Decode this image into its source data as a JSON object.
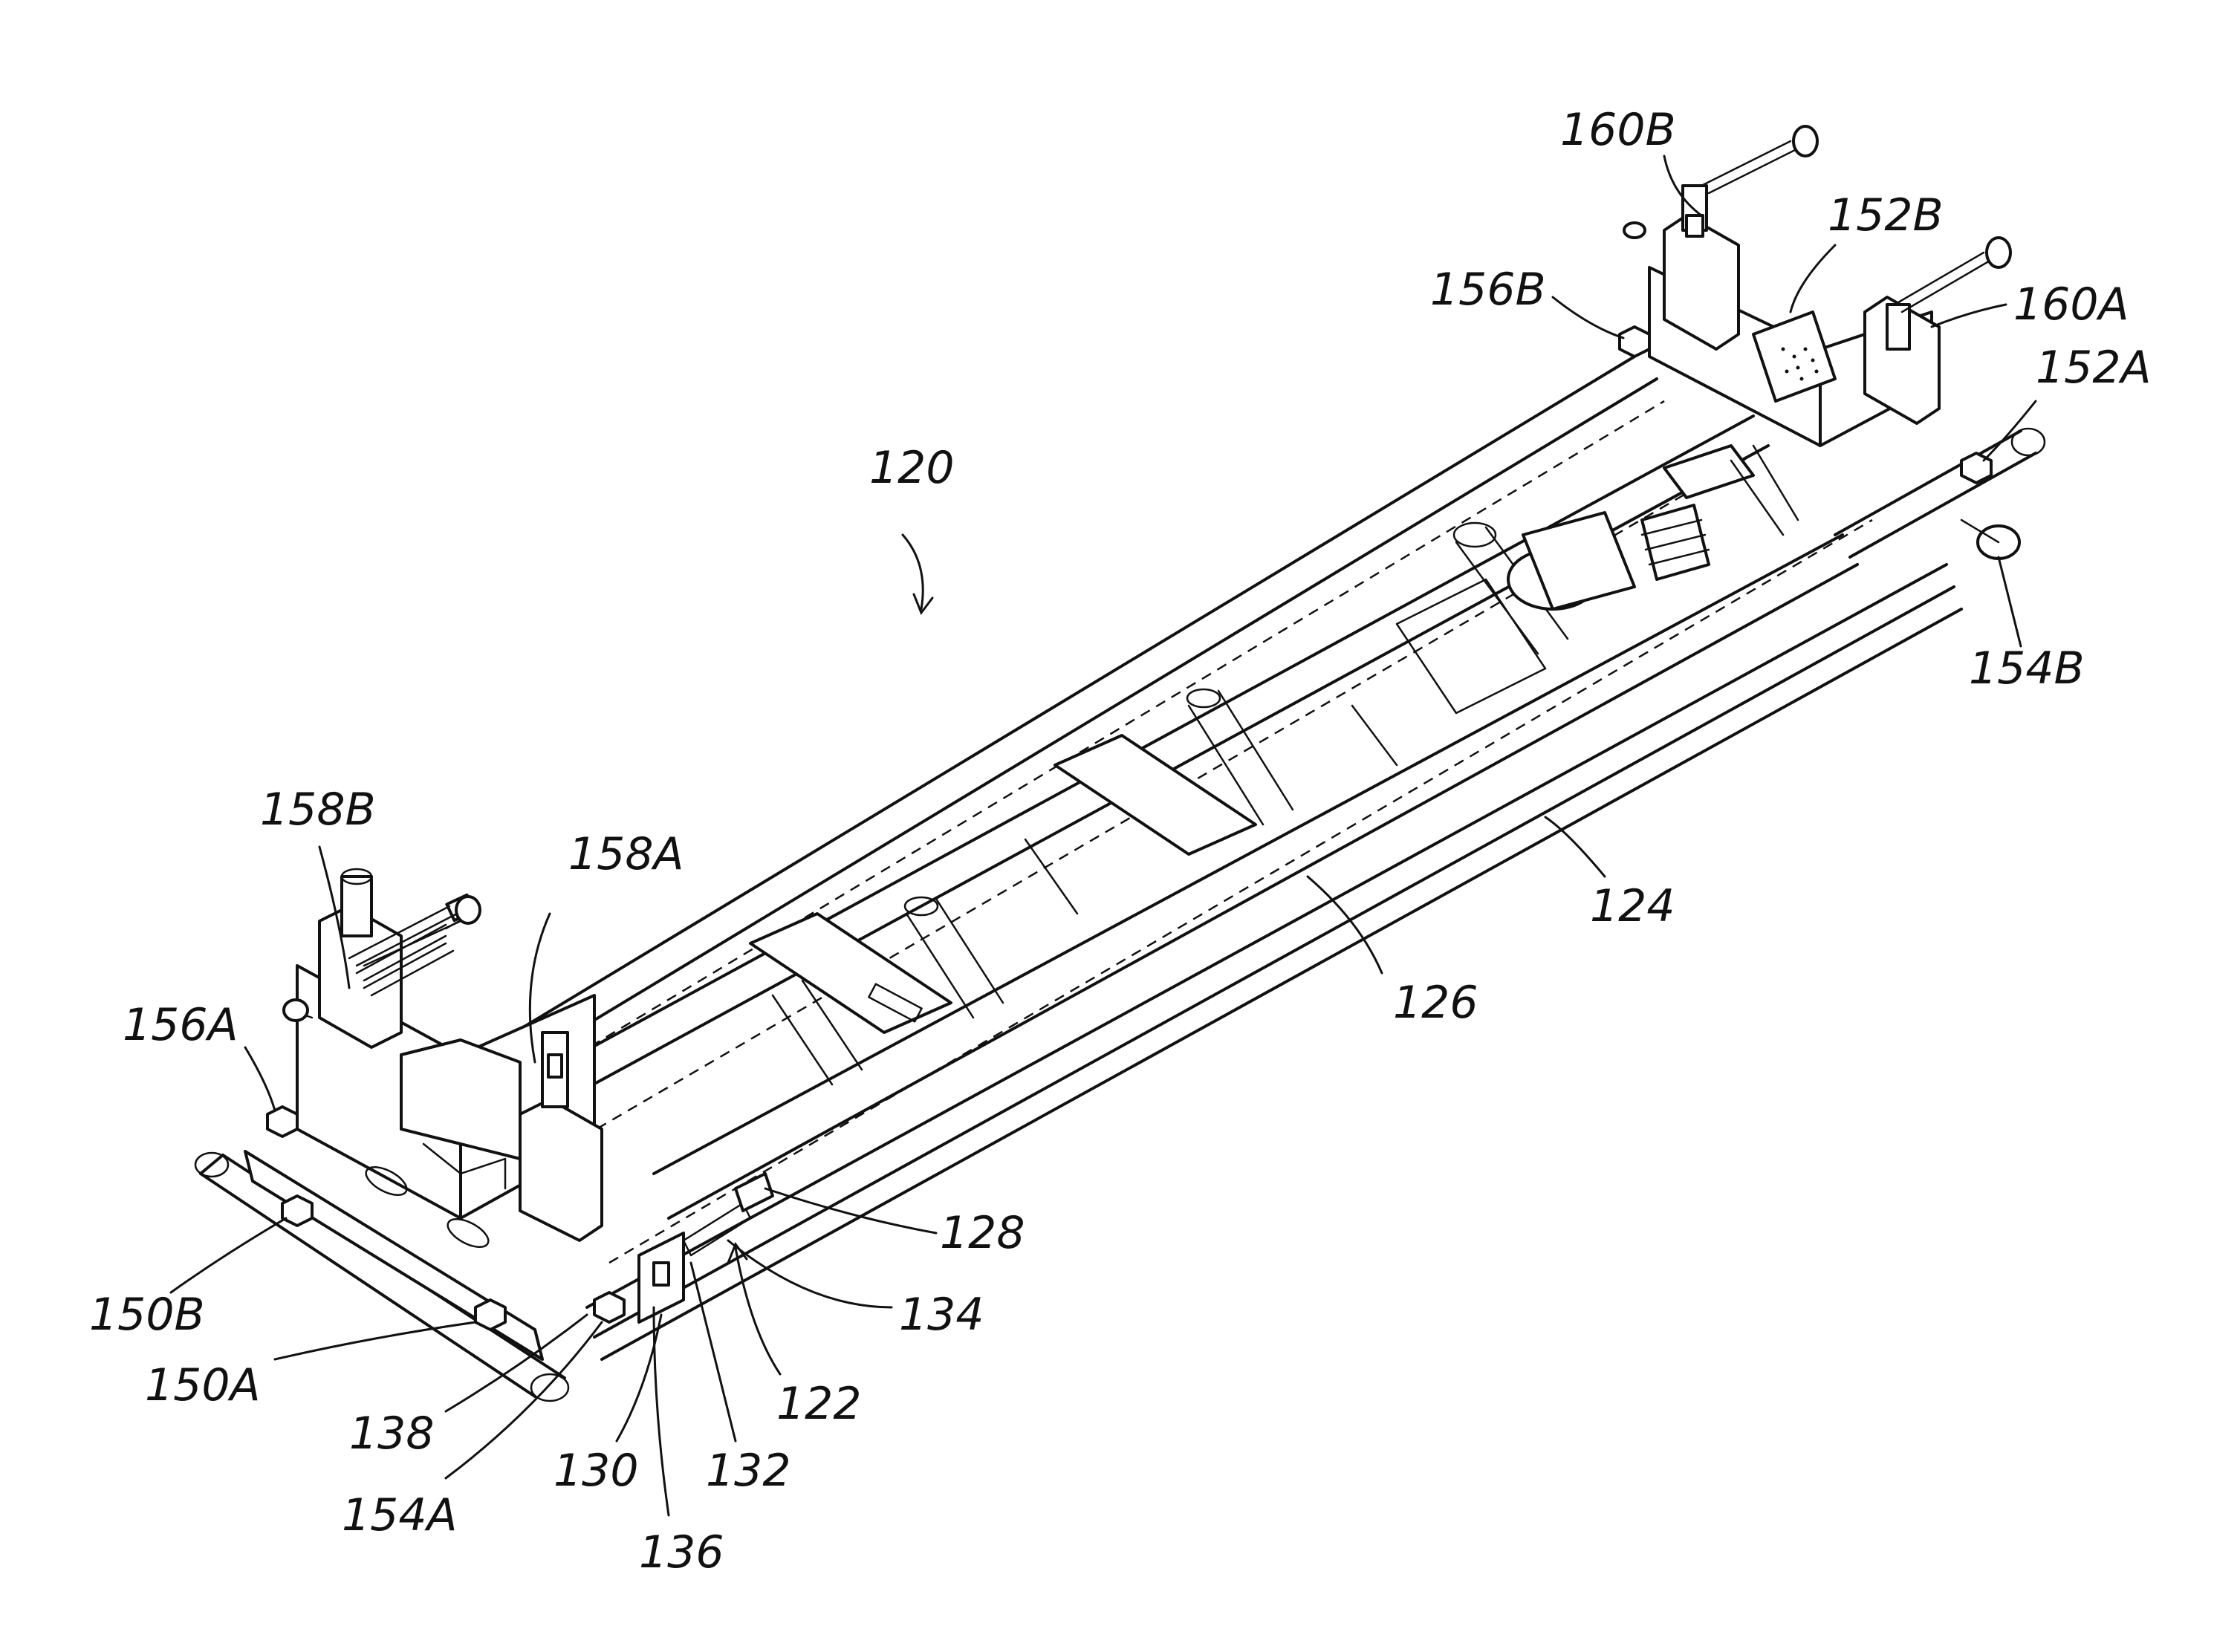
{
  "figure": {
    "labels": {
      "l120": "120",
      "l160B": "160B",
      "l152B": "152B",
      "l156B": "156B",
      "l160A": "160A",
      "l152A": "152A",
      "l154B": "154B",
      "l158B": "158B",
      "l158A": "158A",
      "l124": "124",
      "l126": "126",
      "l156A": "156A",
      "l128": "128",
      "l150B": "150B",
      "l134": "134",
      "l150A": "150A",
      "l122": "122",
      "l138": "138",
      "l130": "130",
      "l132": "132",
      "l154A": "154A",
      "l136": "136"
    }
  }
}
